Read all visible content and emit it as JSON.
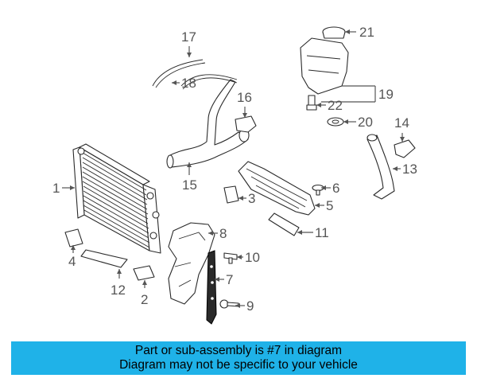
{
  "callouts": {
    "c1": "1",
    "c2": "2",
    "c3": "3",
    "c4": "4",
    "c5": "5",
    "c6": "6",
    "c7": "7",
    "c8": "8",
    "c9": "9",
    "c10": "10",
    "c11": "11",
    "c12": "12",
    "c13": "13",
    "c14": "14",
    "c15": "15",
    "c16": "16",
    "c17": "17",
    "c18": "18",
    "c19": "19",
    "c20": "20",
    "c21": "21",
    "c22": "22"
  },
  "banner": {
    "line1": "Part or sub-assembly is #7 in diagram",
    "line2": "Diagram may not be specific to your vehicle",
    "color": "#1fb2e8"
  },
  "highlight_color": "#2a2a2a"
}
